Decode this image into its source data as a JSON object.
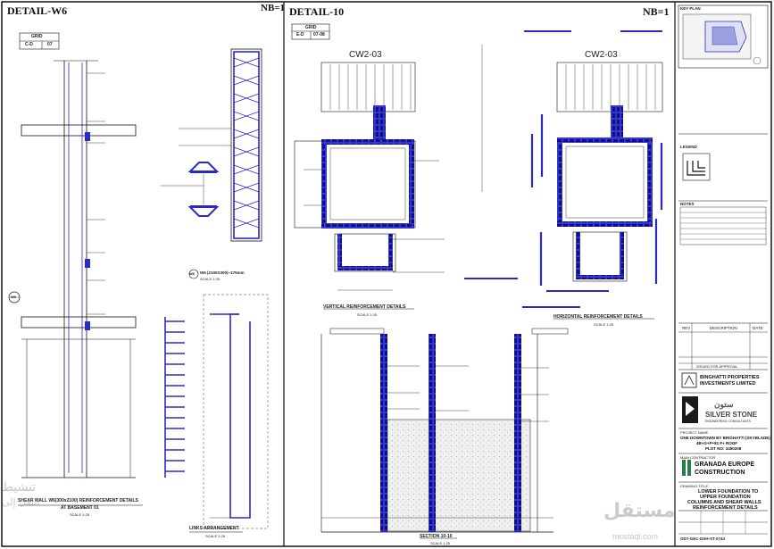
{
  "detail_w6": {
    "title": "DETAIL-W6",
    "nb": "NB=1",
    "grid_label": "GRID",
    "grid_value_1": "C-D",
    "grid_value_2": "07",
    "caption_line1": "SHEAR WALL W6(300x2100) REINFORCEMENT DETAILS",
    "caption_line2": "AT BASEMENT 01",
    "scale": "SCALE 1:25",
    "links_caption": "LINKS ARRANGEMENT",
    "section_tag": "W6 (2100X300)~175mm",
    "wall_marker": "W6"
  },
  "detail_10": {
    "title": "DETAIL-10",
    "nb": "NB=1",
    "grid_label": "GRID",
    "grid_value_1": "E-D",
    "grid_value_2": "07-08",
    "cw_left": "CW2-03",
    "cw_right": "CW2-03",
    "vertical_caption": "VERTICAL REINFORCEMENT DETAILS",
    "horizontal_caption": "HORIZONTAL REINFORCEMENT DETAILS",
    "section_caption": "SECTION 10-10",
    "scale": "SCALE 1:25"
  },
  "title_block": {
    "key_plan": "KEY PLAN",
    "revision_header_rev": "REV",
    "revision_header_desc": "DESCRIPTION",
    "revision_header_date": "DATE",
    "issue_note": "ISSUED FOR APPROVAL",
    "client_name_1": "BINGHATTI PROPERTIES",
    "client_name_2": "INVESTMENTS LIMITED",
    "consultant_arabic": "ستون",
    "consultant_name": "SILVER STONE",
    "consultant_sub": "ENGINEERING CONSULTANTS",
    "project_label": "PROJECT NAME",
    "project_name_1": "ONE DOWNTOWN BY BINGHATTI (SKYBLADE)",
    "project_name_2": "4B+G+P+81 F+ ROOF",
    "plot_no": "PLOT NO: 3450208",
    "contractor_label": "MAIN CONTRACTOR",
    "contractor_name_1": "GRANADA EUROPE",
    "contractor_name_2": "CONSTRUCTION",
    "drawing_title_label": "DRAWING TITLE",
    "drawing_title_1": "LOWER FOUNDATION TO",
    "drawing_title_2": "UPPER FOUNDATION",
    "drawing_title_3": "COLUMNS AND SHEAR WALLS",
    "drawing_title_4": "REINFORCEMENT DETAILS",
    "drawing_no": "OD7-GEC-DSH-ST-0744",
    "legend_label": "LEGEND",
    "notes_label": "NOTES"
  },
  "watermark": {
    "arabic_1": "تنشيط",
    "arabic_2": "انتقل إلى",
    "site": "mostaql.com",
    "site_arabic": "مستقل"
  },
  "colors": {
    "rebar": "#2a2ac8",
    "line": "#1a1a1a",
    "concrete_fill": "#e9e9e9"
  }
}
